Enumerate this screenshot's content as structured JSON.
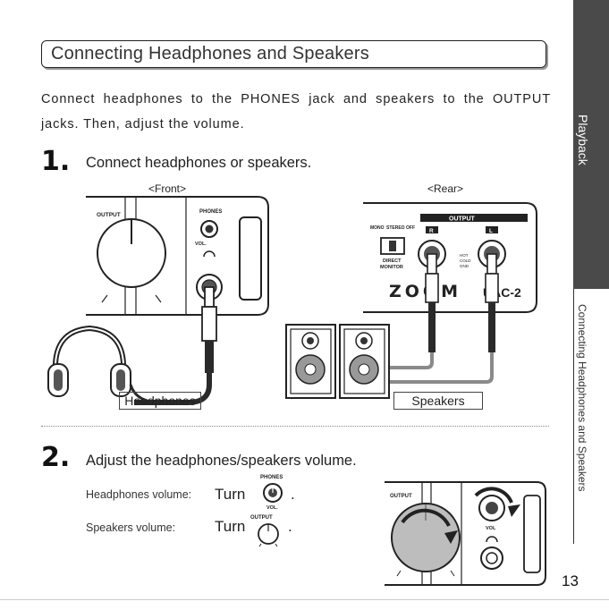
{
  "section_title": "Connecting Headphones and Speakers",
  "intro_text": "Connect headphones to the PHONES jack and speakers to the OUTPUT jacks. Then, adjust the volume.",
  "steps": [
    {
      "number": "1.",
      "text": "Connect headphones or speakers."
    },
    {
      "number": "2.",
      "text": "Adjust the headphones/speakers volume."
    }
  ],
  "figure1": {
    "front_caption": "<Front>",
    "rear_caption": "<Rear>",
    "headphones_label": "Headphones",
    "speakers_label": "Speakers",
    "front_panel": {
      "output_label": "OUTPUT",
      "phones_label": "PHONES",
      "vol_label": "VOL."
    },
    "rear_panel": {
      "output_label": "OUTPUT",
      "r_label": "R",
      "l_label": "L",
      "mono_label": "MONO",
      "stereo_label": "STEREO",
      "off_label": "OFF",
      "direct_label": "DIRECT",
      "monitor_label": "MONITOR",
      "hot_label": "HOT",
      "cold_label": "COLD",
      "gnd_label": "GND",
      "brand_label": "ZOOM",
      "model_label": "UAC-2"
    }
  },
  "volume": {
    "headphones_label": "Headphones volume:",
    "speakers_label": "Speakers volume:",
    "turn_text": "Turn",
    "period": ".",
    "phones_knob_label": "PHONES",
    "vol_knob_label": "VOL.",
    "output_knob_label": "OUTPUT"
  },
  "figure2": {
    "output_label": "OUTPUT",
    "vol_label": "VOL"
  },
  "sidebar": {
    "section": "Playback",
    "subsection": "Connecting Headphones and Speakers"
  },
  "page_number": "13",
  "colors": {
    "sidebar_dark": "#4a4a4a",
    "cable_gray": "#8a8a8a",
    "cable_dark": "#2a2a2a"
  }
}
